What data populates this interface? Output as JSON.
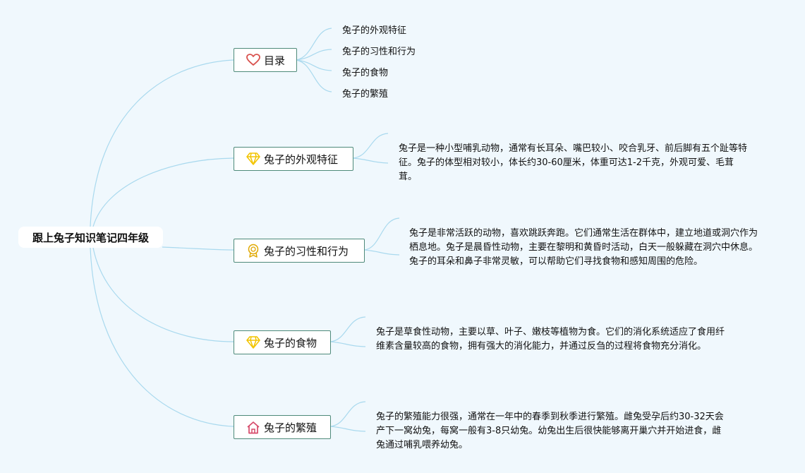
{
  "root": {
    "title": "跟上兔子知识笔记四年级"
  },
  "toc": {
    "label": "目录",
    "icon": "heart-icon",
    "items": [
      "兔子的外观特征",
      "兔子的习性和行为",
      "兔子的食物",
      "兔子的繁殖"
    ]
  },
  "appearance": {
    "label": "兔子的外观特征",
    "icon": "diamond-icon",
    "text": "兔子是一种小型哺乳动物，通常有长耳朵、嘴巴较小、咬合乳牙、前后脚有五个趾等特征。兔子的体型相对较小，体长约30-60厘米，体重可达1-2千克，外观可爱、毛茸茸。"
  },
  "behavior": {
    "label": "兔子的习性和行为",
    "icon": "medal-icon",
    "text": "兔子是非常活跃的动物，喜欢跳跃奔跑。它们通常生活在群体中，建立地道或洞穴作为栖息地。兔子是晨昏性动物，主要在黎明和黄昏时活动，白天一般躲藏在洞穴中休息。兔子的耳朵和鼻子非常灵敏，可以帮助它们寻找食物和感知周围的危险。"
  },
  "food": {
    "label": "兔子的食物",
    "icon": "diamond-icon",
    "text": "兔子是草食性动物，主要以草、叶子、嫩枝等植物为食。它们的消化系统适应了食用纤维素含量较高的食物，拥有强大的消化能力，并通过反刍的过程将食物充分消化。"
  },
  "breeding": {
    "label": "兔子的繁殖",
    "icon": "house-icon",
    "text": "兔子的繁殖能力很强，通常在一年中的春季到秋季进行繁殖。雌兔受孕后约30-32天会产下一窝幼兔，每窝一般有3-8只幼兔。幼兔出生后很快能够离开巢穴并开始进食，雌兔通过哺乳喂养幼兔。"
  },
  "colors": {
    "background": "#f0f8fd",
    "connector": "#a9d9ee",
    "node_border": "#4e8a7a",
    "heart": "#d9534f",
    "diamond": "#f2c400",
    "medal": "#e0a800",
    "house": "#d64a6a"
  }
}
